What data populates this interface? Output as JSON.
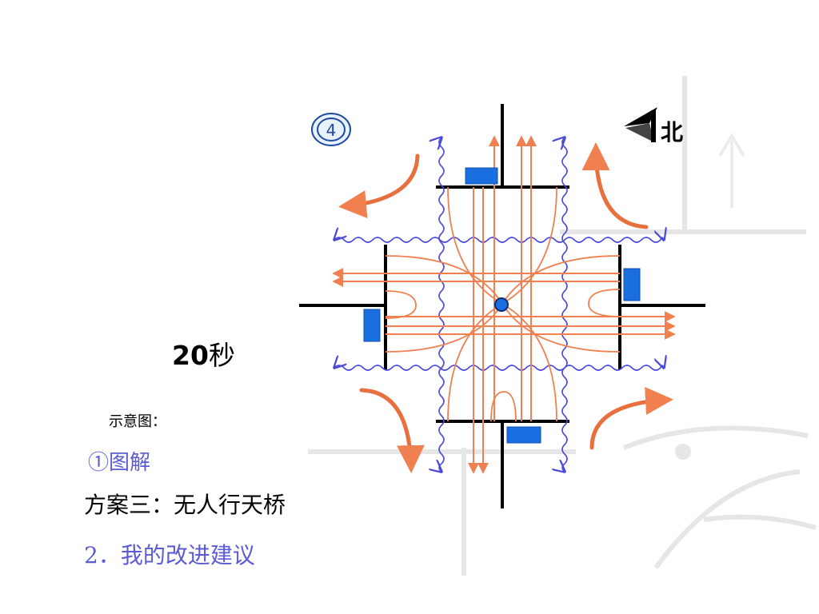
{
  "timer": {
    "value": "20",
    "unit": "秒"
  },
  "phase_badge": "4",
  "north_label": "北",
  "caption": "示意图：",
  "step": "①图解",
  "plan": "方案三：无人行天桥",
  "suggestion": "2．我的改进建议",
  "colors": {
    "pedestrian_wave": "#4a4ad6",
    "vehicle_flow": "#f08050",
    "signal_box": "#1a6fe0",
    "road_edge": "#000000",
    "text_accent": "#5b5bd6"
  },
  "icons": {
    "north": "north-arrow-icon",
    "phase": "phase-number-badge-icon",
    "signal": "traffic-signal-icon",
    "center": "center-point-icon"
  }
}
